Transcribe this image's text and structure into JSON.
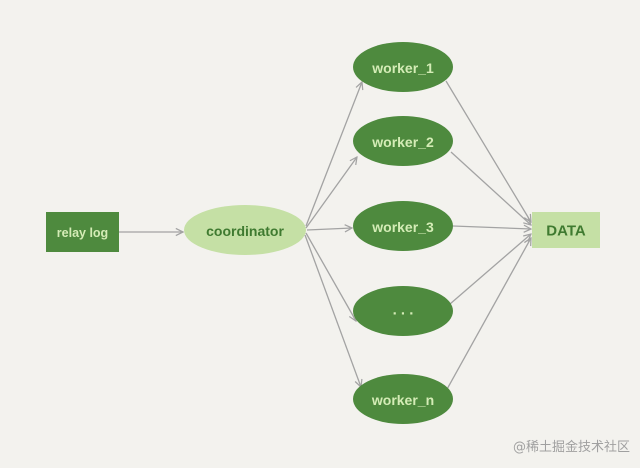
{
  "nodes": {
    "relay_log": "relay log",
    "coordinator": "coordinator",
    "workers": [
      "worker_1",
      "worker_2",
      "worker_3",
      ". . .",
      "worker_n"
    ],
    "data": "DATA"
  },
  "watermark": "@稀土掘金技术社区",
  "colors": {
    "background": "#f3f2ee",
    "dark_green": "#4e8a3e",
    "light_green": "#c5e0a5",
    "dark_text": "#3f7a30",
    "light_text": "#d4ecb6",
    "arrow": "#a3a3a3"
  }
}
